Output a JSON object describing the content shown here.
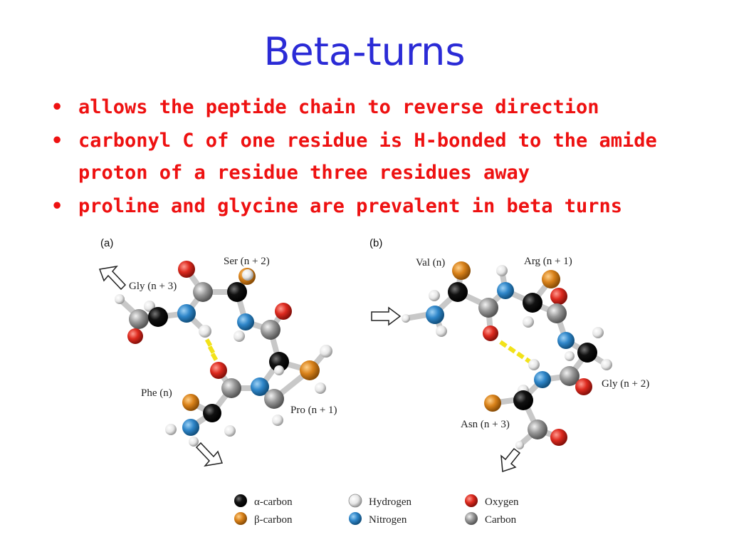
{
  "title": "Beta-turns",
  "bullets": [
    "allows the peptide chain to reverse direction",
    "carbonyl C of one residue is H-bonded to the amide proton of a residue three residues away",
    "proline and glycine are prevalent in beta turns"
  ],
  "panel_a": {
    "label": "(a)",
    "residues": [
      "Ser (n + 2)",
      "Gly (n + 3)",
      "Phe (n)",
      "Pro (n + 1)"
    ]
  },
  "panel_b": {
    "label": "(b)",
    "residues": [
      "Val (n)",
      "Arg (n + 1)",
      "Gly (n + 2)",
      "Asn (n + 3)"
    ]
  },
  "legend": [
    {
      "label": "α-carbon",
      "color": "#000000"
    },
    {
      "label": "β-carbon",
      "color": "#d9821a"
    },
    {
      "label": "Hydrogen",
      "color": "#eeeeee"
    },
    {
      "label": "Nitrogen",
      "color": "#2f86c9"
    },
    {
      "label": "Oxygen",
      "color": "#dd2a1f"
    },
    {
      "label": "Carbon",
      "color": "#999999"
    }
  ],
  "colors": {
    "title": "#2b2bd6",
    "bullet_text": "#ee1111",
    "hbond": "#f2e21a"
  }
}
